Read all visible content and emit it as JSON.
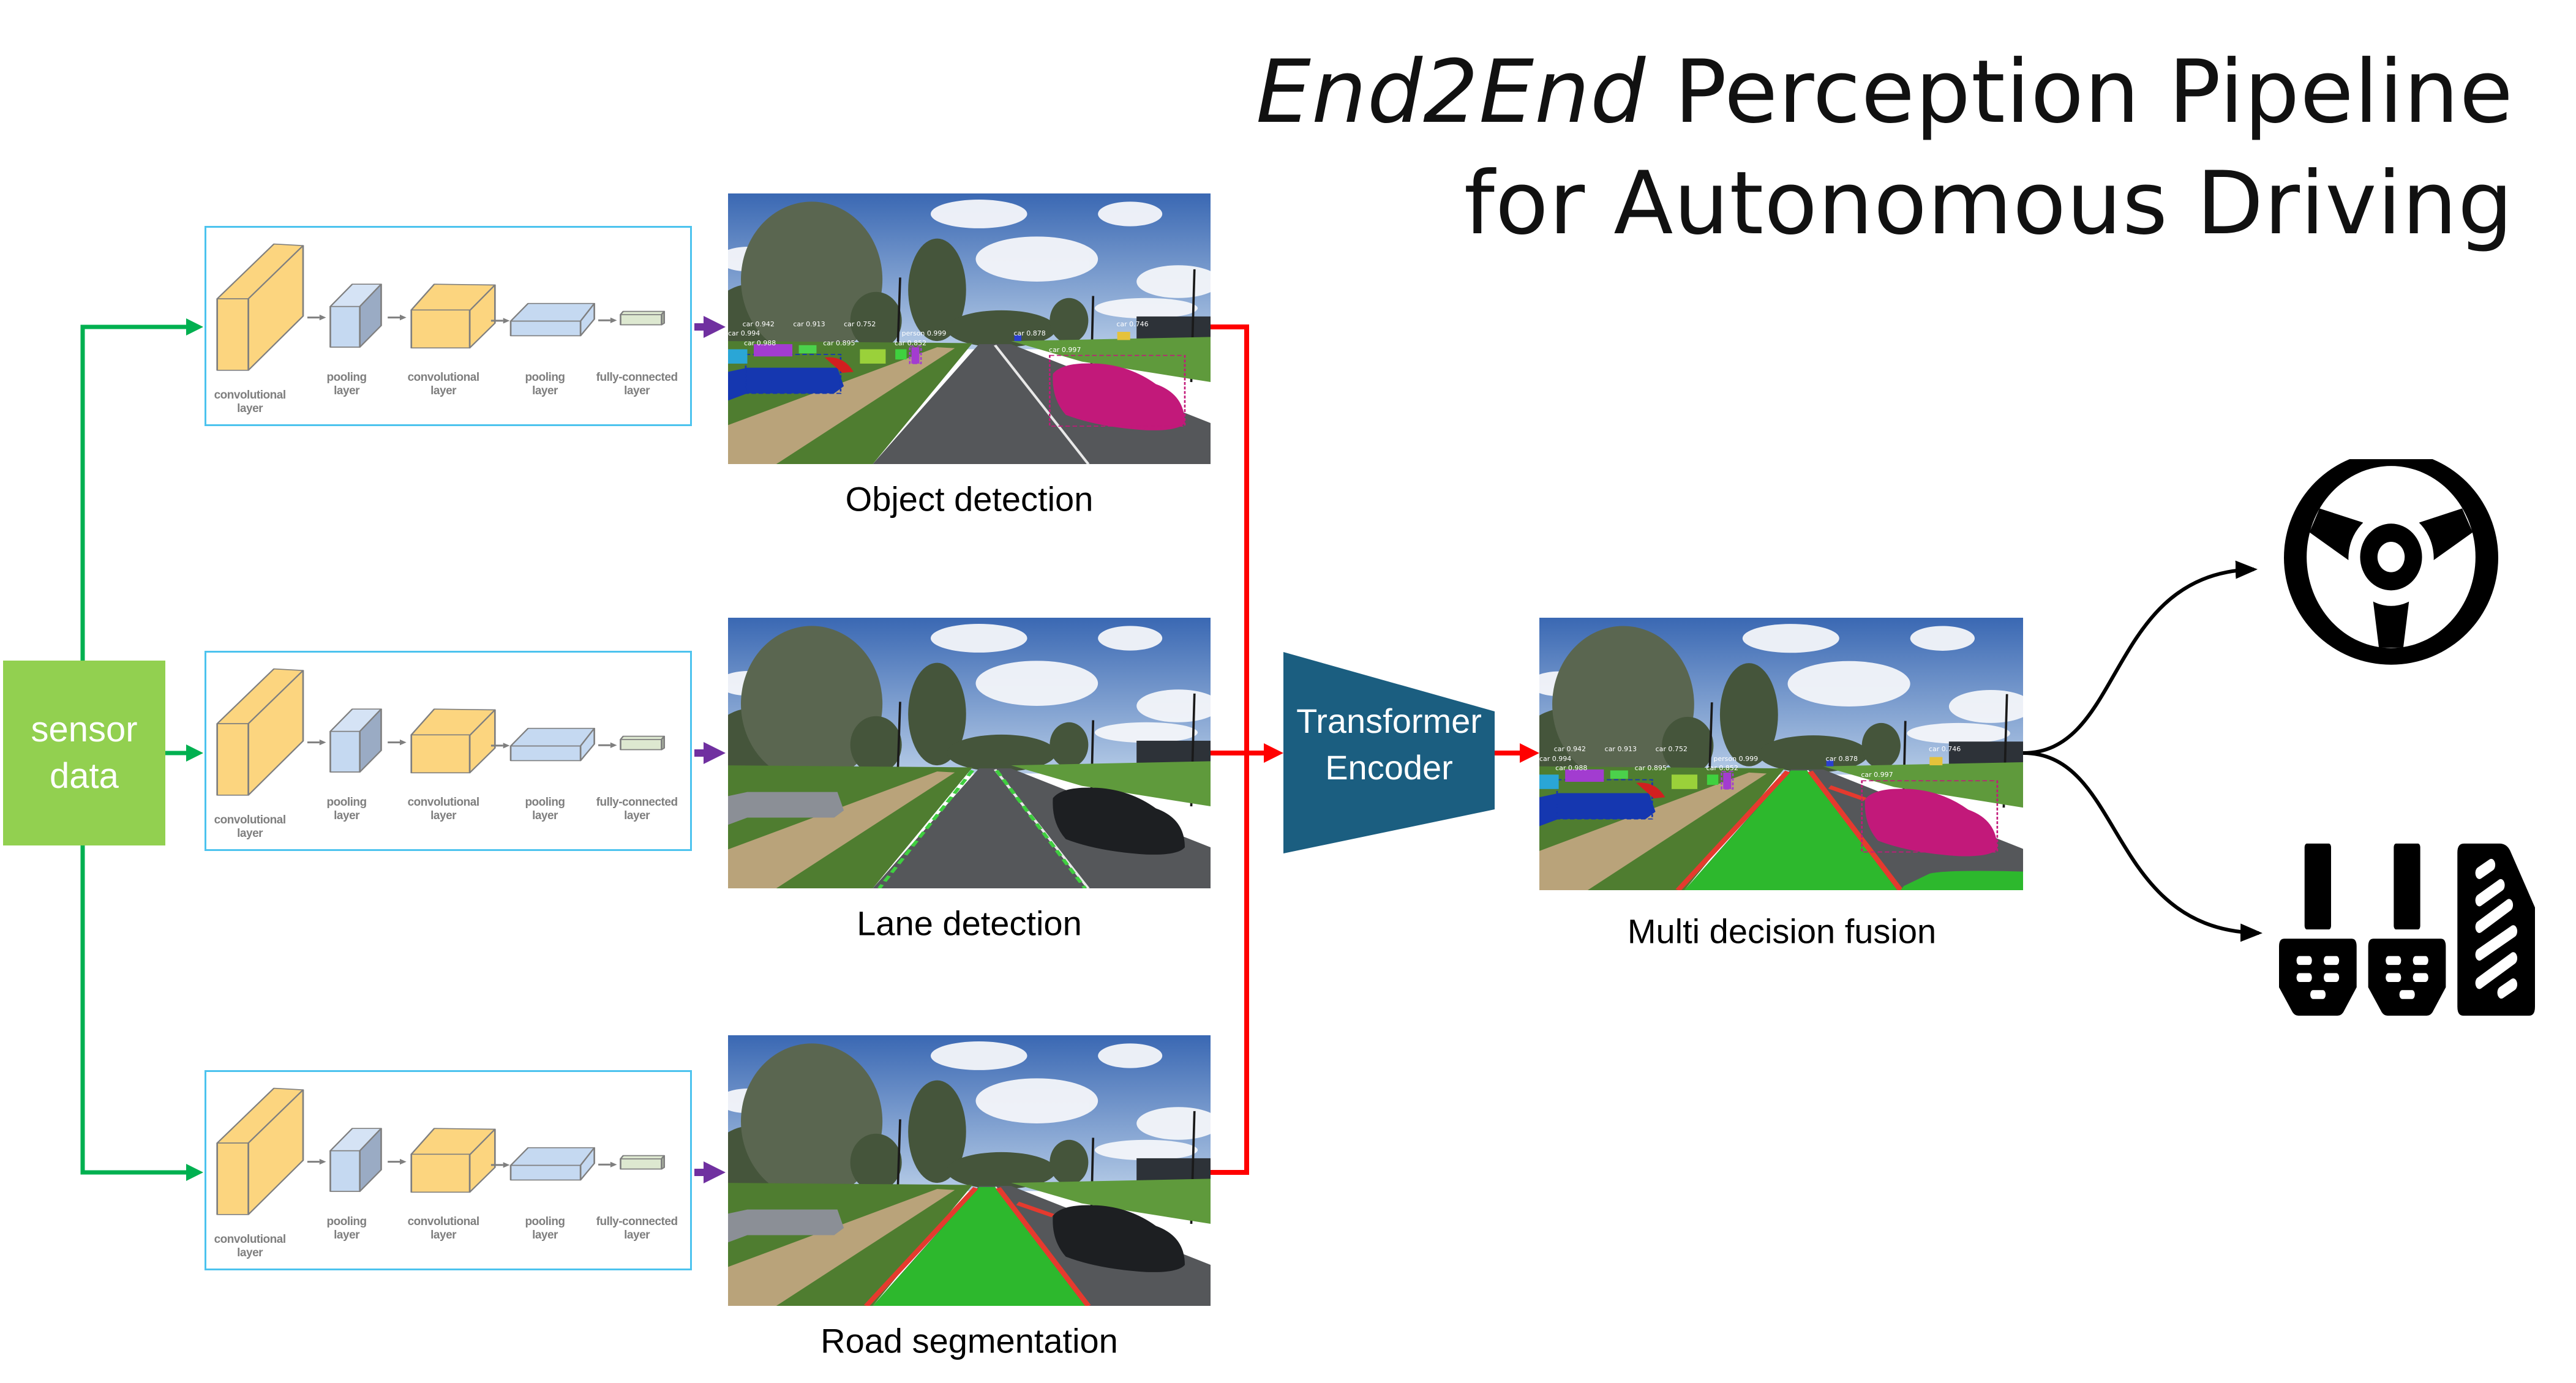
{
  "title": {
    "emphasis": "End2End",
    "line1_rest": " Perception Pipeline",
    "line2": "for Autonomous Driving"
  },
  "sensor": {
    "line1": "sensor",
    "line2": "data"
  },
  "cnn": {
    "layers": [
      {
        "l1": "convolutional",
        "l2": "layer"
      },
      {
        "l1": "pooling",
        "l2": "layer"
      },
      {
        "l1": "convolutional",
        "l2": "layer"
      },
      {
        "l1": "pooling",
        "l2": "layer"
      },
      {
        "l1": "fully-connected",
        "l2": "layer"
      }
    ]
  },
  "branches": [
    {
      "caption": "Object detection",
      "scene": "detection"
    },
    {
      "caption": "Lane detection",
      "scene": "lane"
    },
    {
      "caption": "Road segmentation",
      "scene": "road"
    }
  ],
  "transformer": {
    "line1": "Transformer",
    "line2": "Encoder"
  },
  "fusion": {
    "caption": "Multi decision fusion",
    "scene": "fusion"
  },
  "detections": [
    "car 0.994",
    "car 0.942",
    "car 0.913",
    "car 0.752",
    "car 0.988",
    "car 0.895",
    "car 0.852",
    "person 0.999",
    "car 0.878",
    "car 0.746",
    "car 0.997"
  ],
  "outputs": {
    "steering": "steering-wheel-icon",
    "pedals": "car-pedals-icon"
  },
  "colors": {
    "sensor_box": "#92d050",
    "input_arrows": "#00b050",
    "feature_arrows": "#7030a0",
    "fusion_arrows": "#ff0000",
    "transformer": "#1b5e80",
    "cnn_border": "#4cc3ee",
    "road_mask": "#2db82d",
    "lane_mask": "#3fcf3f",
    "road_edge": "#e53a2e",
    "detected_car": "#c2197a"
  }
}
